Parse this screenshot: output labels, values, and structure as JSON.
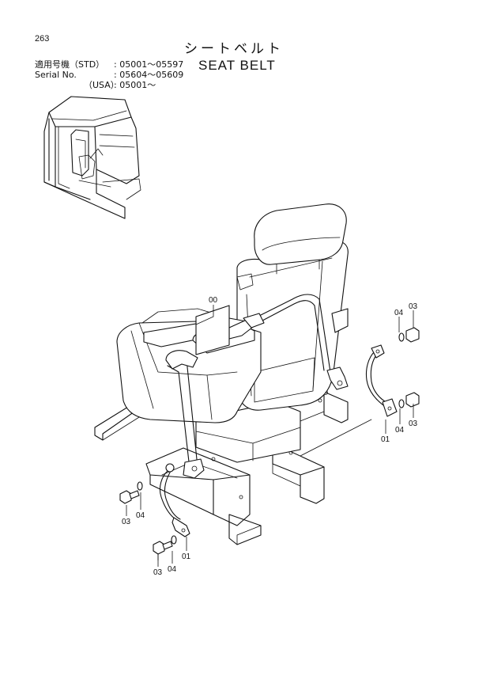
{
  "header": {
    "page_number": "263",
    "title_jp": "シートベルト",
    "title_en": "SEAT BELT"
  },
  "serial_info": [
    {
      "label": "適用号機（STD）",
      "range": ": 05001～05597"
    },
    {
      "label": "Serial No.",
      "range": ": 05604～05609"
    },
    {
      "label": "（USA）",
      "range": ": 05001～"
    }
  ],
  "callouts": {
    "belt_assembly": "00",
    "anchor_cable": "01",
    "bolt": "03",
    "washer": "04"
  }
}
